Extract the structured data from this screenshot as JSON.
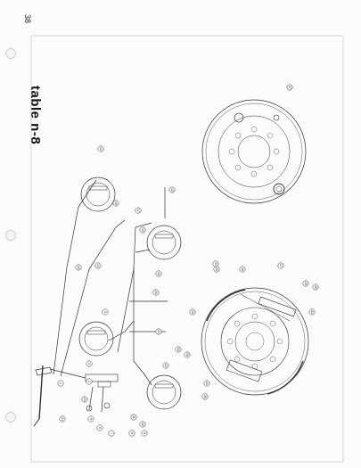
{
  "page": {
    "number": "38",
    "title": "table n-8"
  },
  "drawing": {
    "brake_callouts": [
      {
        "text": "12"
      },
      {
        "text": "18"
      },
      {
        "text": "15"
      },
      {
        "text": "17"
      },
      {
        "text": "13"
      },
      {
        "text": "19"
      },
      {
        "text": "20"
      },
      {
        "text": "21"
      },
      {
        "text": "22"
      },
      {
        "text": "14"
      },
      {
        "text": "16"
      },
      {
        "text": "3"
      },
      {
        "text": "2"
      },
      {
        "text": "1"
      },
      {
        "text": "4"
      },
      {
        "text": "5"
      },
      {
        "text": "6"
      },
      {
        "text": "7"
      },
      {
        "text": "8"
      },
      {
        "text": "9"
      },
      {
        "text": "10"
      },
      {
        "text": "11"
      },
      {
        "text": "23"
      },
      {
        "text": "24"
      }
    ],
    "drum_callouts": [
      {
        "text": "25"
      },
      {
        "text": "26"
      },
      {
        "text": "27"
      },
      {
        "text": "28"
      },
      {
        "text": "29"
      },
      {
        "text": "30"
      },
      {
        "text": "31"
      },
      {
        "text": "32"
      },
      {
        "text": "33"
      },
      {
        "text": "34"
      },
      {
        "text": "35"
      },
      {
        "text": "36"
      }
    ],
    "backplate_callouts": [
      {
        "text": "37"
      }
    ]
  }
}
